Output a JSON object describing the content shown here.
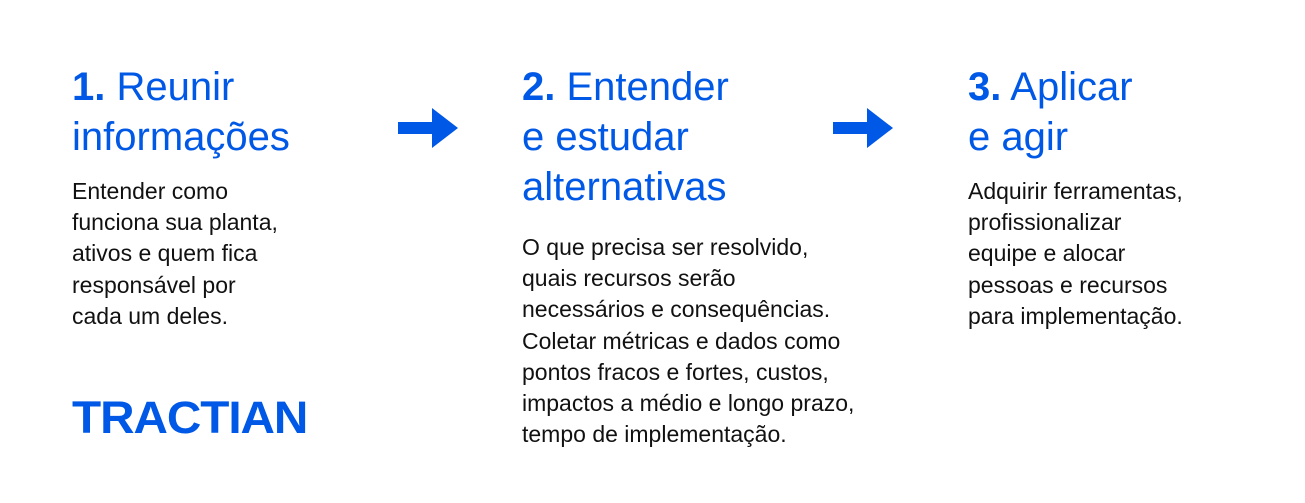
{
  "brand": {
    "name": "TRACTIAN",
    "color": "#0058e6"
  },
  "steps": [
    {
      "number": "1.",
      "title_lines": [
        "Reunir",
        "informações"
      ],
      "body_lines": [
        "Entender como",
        "funciona sua planta,",
        "ativos e quem fica",
        "responsável por",
        "cada um deles."
      ]
    },
    {
      "number": "2.",
      "title_lines": [
        "Entender",
        "e estudar",
        "alternativas"
      ],
      "body_lines": [
        "O que precisa ser resolvido,",
        "quais recursos serão",
        "necessários e consequências.",
        "Coletar métricas e dados como",
        "pontos fracos e fortes, custos,",
        "impactos a médio e longo prazo,",
        "tempo de implementação."
      ]
    },
    {
      "number": "3.",
      "title_lines": [
        "Aplicar",
        "e agir"
      ],
      "body_lines": [
        "Adquirir ferramentas,",
        "profissionalizar",
        "equipe e alocar",
        "pessoas e recursos",
        "para implementação."
      ]
    }
  ],
  "icons": {
    "arrow": "arrow-right-icon"
  }
}
